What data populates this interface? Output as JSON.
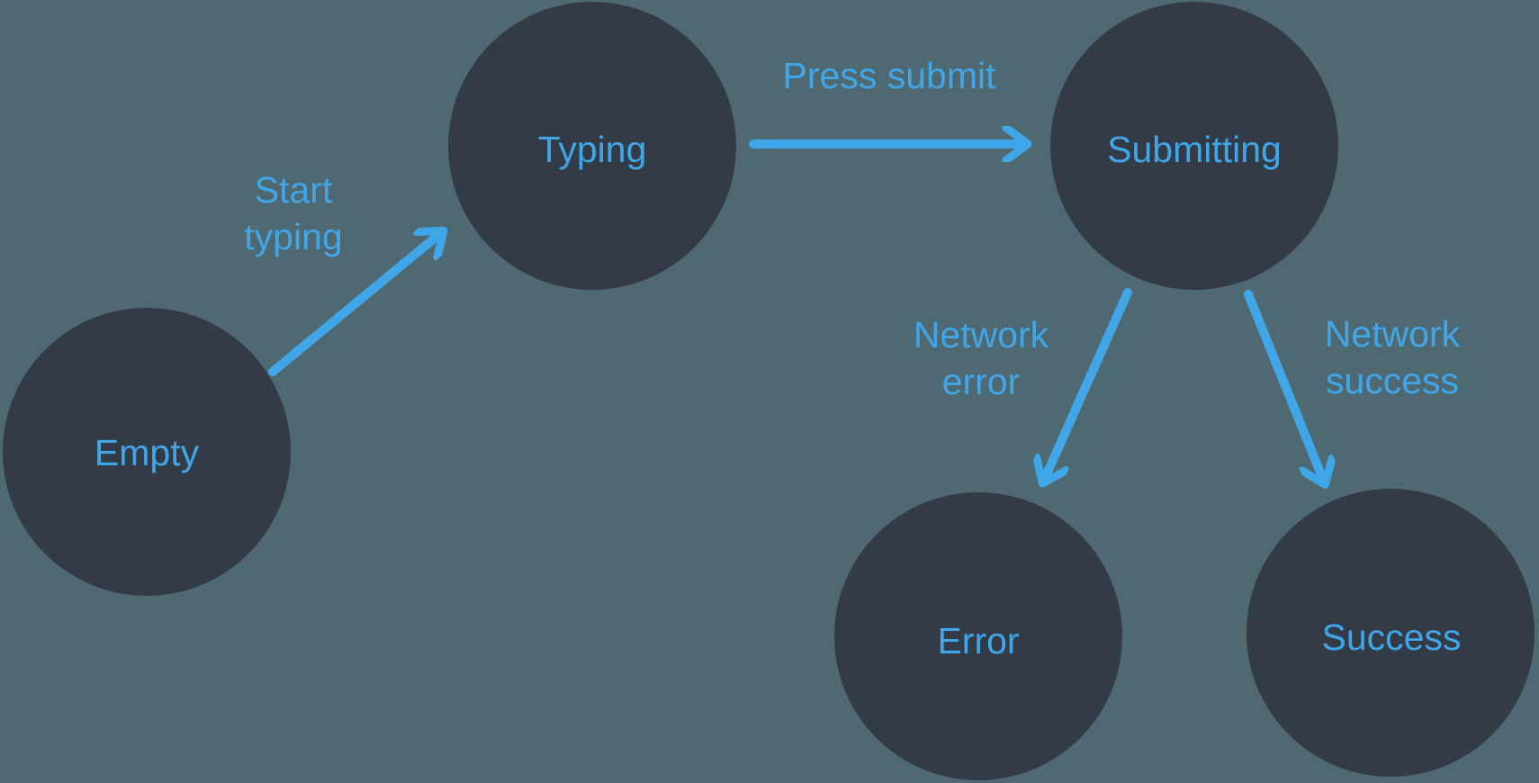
{
  "diagram": {
    "type": "state-diagram",
    "colors": {
      "background": "#4e6972",
      "node_fill": "#333b47",
      "accent": "#41a6e8"
    },
    "nodes": {
      "empty": {
        "label": "Empty"
      },
      "typing": {
        "label": "Typing"
      },
      "submitting": {
        "label": "Submitting"
      },
      "error": {
        "label": "Error"
      },
      "success": {
        "label": "Success"
      }
    },
    "edges": {
      "start_typing": {
        "from": "Empty",
        "to": "Typing",
        "line1": "Start",
        "line2": "typing"
      },
      "press_submit": {
        "from": "Typing",
        "to": "Submitting",
        "line1": "Press submit"
      },
      "network_error": {
        "from": "Submitting",
        "to": "Error",
        "line1": "Network",
        "line2": "error"
      },
      "network_success": {
        "from": "Submitting",
        "to": "Success",
        "line1": "Network",
        "line2": "success"
      }
    }
  }
}
